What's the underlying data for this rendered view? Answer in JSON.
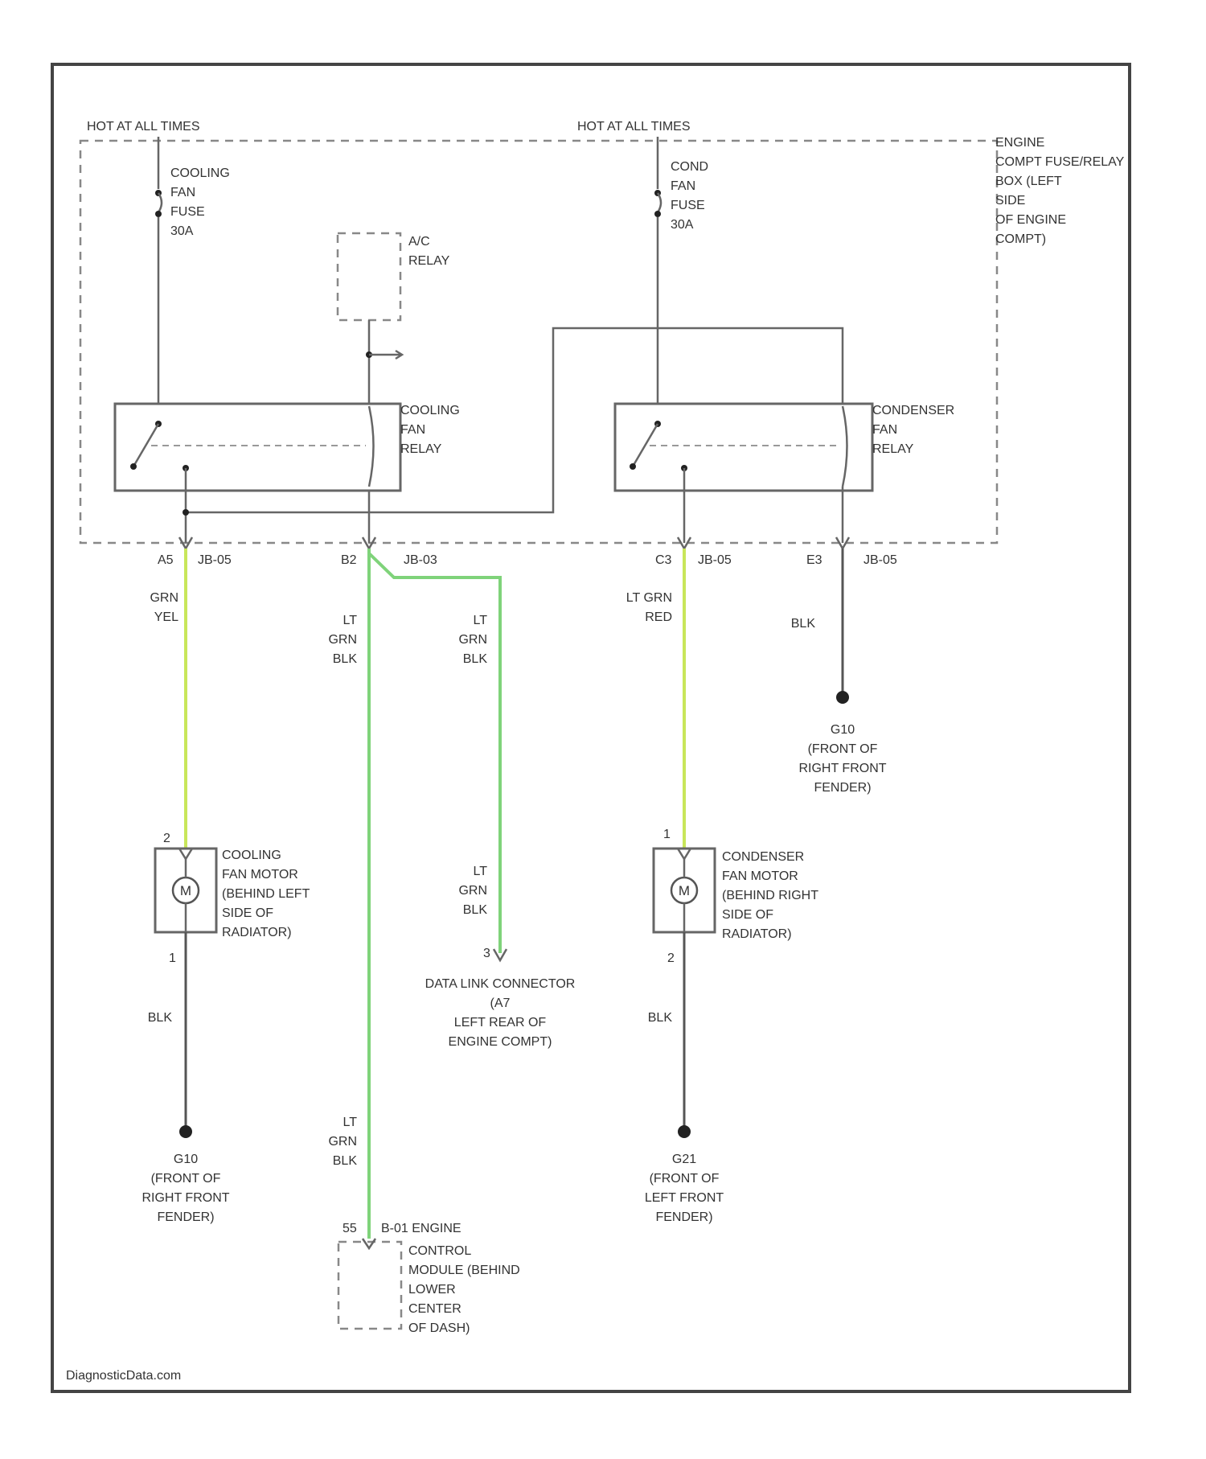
{
  "colors": {
    "wire_green": "#7fd37a",
    "wire_yellow_green": "#c8e65a",
    "wire_gray": "#555555"
  },
  "fuse_box": {
    "hot_left": "HOT AT ALL TIMES",
    "hot_right": "HOT AT ALL TIMES",
    "label": [
      "ENGINE",
      "COMPT FUSE/RELAY",
      "BOX (LEFT",
      "SIDE",
      "OF ENGINE",
      "COMPT)"
    ]
  },
  "fuses": {
    "cooling": [
      "COOLING",
      "FAN",
      "FUSE",
      "30A"
    ],
    "cond": [
      "COND",
      "FAN",
      "FUSE",
      "30A"
    ]
  },
  "ac_relay": [
    "A/C",
    "RELAY"
  ],
  "relays": {
    "cooling": [
      "COOLING",
      "FAN",
      "RELAY"
    ],
    "condenser": [
      "CONDENSER",
      "FAN",
      "RELAY"
    ]
  },
  "connectors": {
    "a5": {
      "pin": "A5",
      "id": "JB-05"
    },
    "b2": {
      "pin": "B2",
      "id": "JB-03"
    },
    "c3": {
      "pin": "C3",
      "id": "JB-05"
    },
    "e3": {
      "pin": "E3",
      "id": "JB-05"
    }
  },
  "wire_colors": {
    "a5": [
      "GRN",
      "YEL"
    ],
    "b2_main": [
      "LT",
      "GRN",
      "BLK"
    ],
    "b2_branch": [
      "LT",
      "GRN",
      "BLK"
    ],
    "c3": [
      "LT GRN",
      "RED"
    ],
    "e3": [
      "BLK"
    ],
    "dlc_lower": [
      "LT",
      "GRN",
      "BLK"
    ],
    "ecm": [
      "LT",
      "GRN",
      "BLK"
    ],
    "motor_left": [
      "BLK"
    ],
    "motor_right": [
      "BLK"
    ]
  },
  "grounds": {
    "e3": [
      "G10",
      "(FRONT OF",
      "RIGHT FRONT",
      "FENDER)"
    ],
    "left": [
      "G10",
      "(FRONT OF",
      "RIGHT FRONT",
      "FENDER)"
    ],
    "right": [
      "G21",
      "(FRONT OF",
      "LEFT FRONT",
      "FENDER)"
    ]
  },
  "motors": {
    "cooling": {
      "symbol": "M",
      "pin_top": "2",
      "pin_bottom": "1",
      "label": [
        "COOLING",
        "FAN MOTOR",
        "(BEHIND LEFT",
        "SIDE OF",
        "RADIATOR)"
      ]
    },
    "condenser": {
      "symbol": "M",
      "pin_top": "1",
      "pin_bottom": "2",
      "label": [
        "CONDENSER",
        "FAN MOTOR",
        "(BEHIND RIGHT",
        "SIDE OF",
        "RADIATOR)"
      ]
    }
  },
  "dlc": {
    "pin": "3",
    "label": [
      "DATA LINK CONNECTOR",
      "(A7",
      "LEFT REAR OF",
      "ENGINE COMPT)"
    ]
  },
  "ecm": {
    "pin": "55",
    "label": [
      "B-01 ENGINE",
      "CONTROL",
      "MODULE (BEHIND",
      "LOWER",
      "CENTER",
      "OF DASH)"
    ]
  },
  "watermark": "DiagnosticData.com"
}
